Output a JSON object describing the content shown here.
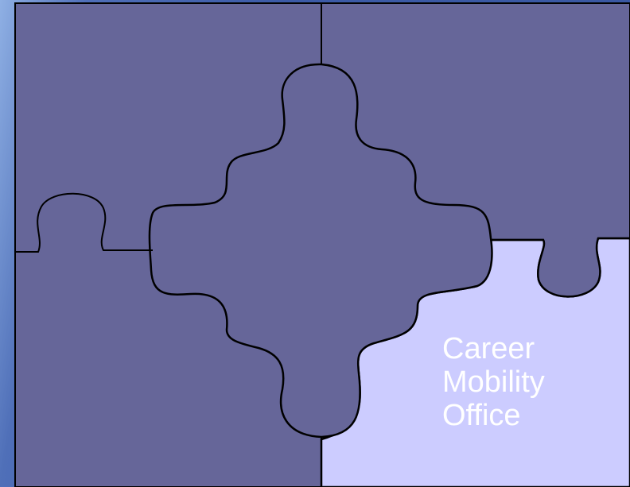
{
  "colors": {
    "piece_dark": "#666699",
    "piece_highlight": "#ccccff",
    "outline": "#000000",
    "label_text": "#ffffff"
  },
  "highlighted_piece": {
    "label_lines": [
      "Career",
      "Mobility",
      "Office"
    ]
  }
}
